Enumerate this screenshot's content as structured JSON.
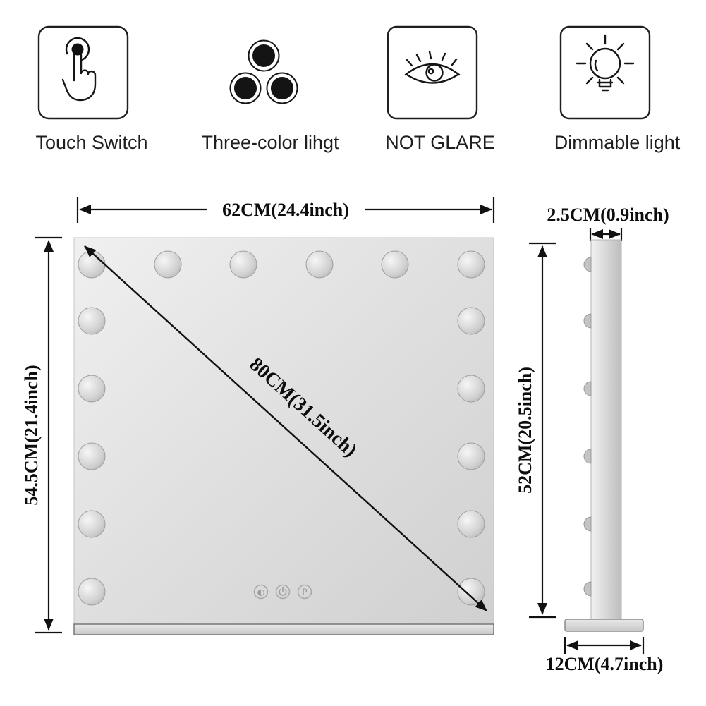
{
  "features": [
    {
      "label": "Touch Switch",
      "icon": "touch-icon"
    },
    {
      "label": "Three-color lihgt",
      "icon": "three-color-icon"
    },
    {
      "label": "NOT GLARE",
      "icon": "eye-icon"
    },
    {
      "label": "Dimmable light",
      "icon": "bulb-icon"
    }
  ],
  "front_view": {
    "width_label": "62CM(24.4inch)",
    "height_label": "54.5CM(21.4inch)",
    "diagonal_label": "80CM(31.5inch)",
    "touch_buttons": {
      "left_glyph": "◐",
      "middle_icon": "power-icon",
      "right_glyph": "P"
    }
  },
  "side_view": {
    "depth_label": "2.5CM(0.9inch)",
    "height_label": "52CM(20.5inch)",
    "base_label": "12CM(4.7inch)"
  },
  "colors": {
    "line": "#111111",
    "mirror_light": "#efefef",
    "mirror_dark": "#d2d2d2"
  }
}
